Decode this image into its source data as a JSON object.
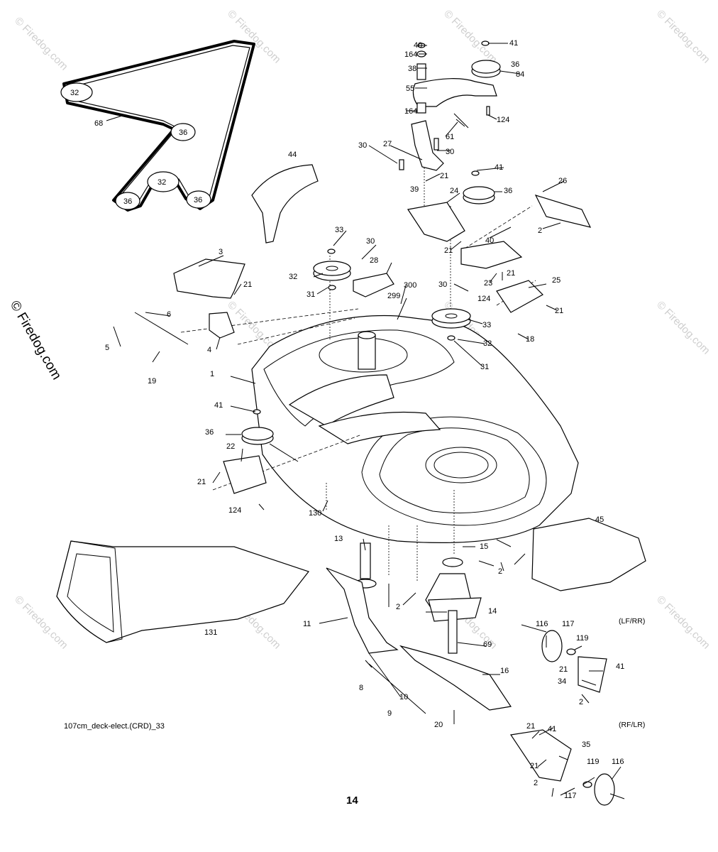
{
  "watermark": {
    "text": "© Firedog.com"
  },
  "diagram_code": "107cm_deck-elect.(CRD)_33",
  "page_number": "14",
  "position_notes": {
    "lf_rr": "(LF/RR)",
    "rf_lr": "(RF/LR)"
  },
  "belt_labels": {
    "pulley_32a": "32",
    "pulley_36a": "36",
    "pulley_32b": "32",
    "pulley_36b": "36",
    "pulley_36c": "36",
    "belt": "68"
  },
  "callouts": {
    "p1": "1",
    "p2a": "2",
    "p2b": "2",
    "p2c": "2",
    "p2d": "2",
    "p2e": "2",
    "p3": "3",
    "p4": "4",
    "p5": "5",
    "p6": "6",
    "p8": "8",
    "p9": "9",
    "p10": "10",
    "p11": "11",
    "p13": "13",
    "p14": "14",
    "p15": "15",
    "p16": "16",
    "p18": "18",
    "p19": "19",
    "p20": "20",
    "p21a": "21",
    "p21b": "21",
    "p21c": "21",
    "p21d": "21",
    "p21e": "21",
    "p21f": "21",
    "p21g": "21",
    "p21h": "21",
    "p22": "22",
    "p23": "23",
    "p24": "24",
    "p25": "25",
    "p26": "26",
    "p27": "27",
    "p28": "28",
    "p30a": "30",
    "p30b": "30",
    "p30c": "30",
    "p30d": "30",
    "p31a": "31",
    "p31b": "31",
    "p32a": "32",
    "p32b": "32",
    "p33a": "33",
    "p33b": "33",
    "p34": "34",
    "p35": "35",
    "p36a": "36",
    "p36b": "36",
    "p36c": "36",
    "p38": "38",
    "p39": "39",
    "p40a": "40",
    "p40b": "40",
    "p41a": "41",
    "p41b": "41",
    "p41c": "41",
    "p41d": "41",
    "p41e": "41",
    "p44": "44",
    "p45": "45",
    "p55": "55",
    "p61": "61",
    "p69": "69",
    "p84": "84",
    "p116a": "116",
    "p116b": "116",
    "p117a": "117",
    "p117b": "117",
    "p119a": "119",
    "p119b": "119",
    "p124a": "124",
    "p124b": "124",
    "p124c": "124",
    "p130": "130",
    "p131": "131",
    "p164a": "164",
    "p164b": "164",
    "p299": "299",
    "p300": "300"
  }
}
